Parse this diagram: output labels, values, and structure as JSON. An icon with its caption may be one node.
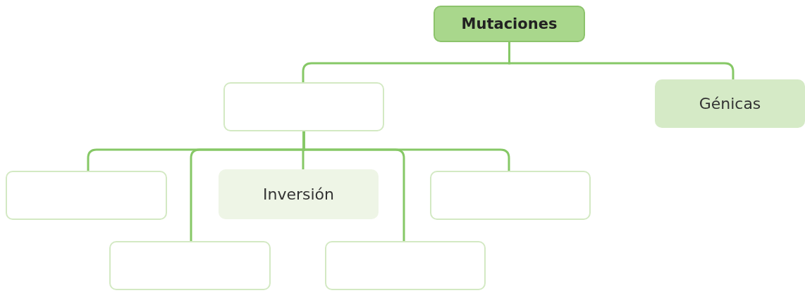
{
  "diagram": {
    "nodes": [
      {
        "text": [
          "Mutaciones"
        ]
      },
      {
        "text": [],
        "shape": "box"
      },
      {
        "text": [
          "Génicas"
        ]
      },
      {
        "text": [],
        "shape": "box"
      },
      {
        "text": [
          "Inversión"
        ]
      },
      {
        "text": [],
        "shape": "box"
      },
      {
        "text": [],
        "shape": "box"
      },
      {
        "text": [],
        "shape": "box"
      }
    ],
    "edges": [
      {
        "from": 0,
        "to": 1,
        "arrow": "none"
      },
      {
        "from": 0,
        "to": 2,
        "arrow": "none"
      },
      {
        "from": 1,
        "to": 3,
        "arrow": "none"
      },
      {
        "from": 1,
        "to": 6,
        "arrow": "none"
      },
      {
        "from": 1,
        "to": 4,
        "arrow": "none"
      },
      {
        "from": 1,
        "to": 7,
        "arrow": "none"
      },
      {
        "from": 1,
        "to": 5,
        "arrow": "none"
      }
    ]
  }
}
